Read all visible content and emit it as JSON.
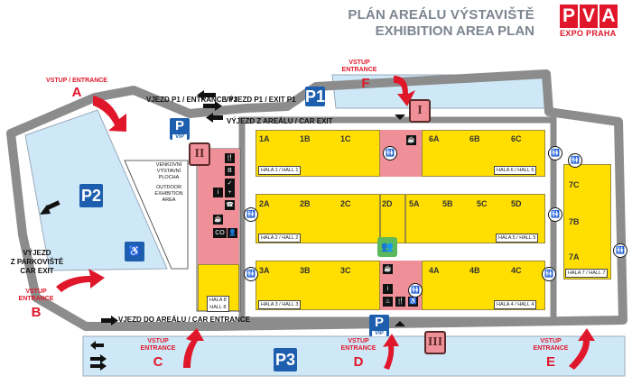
{
  "header": {
    "title_cs": "PLÁN AREÁLU VÝSTAVIŠTĚ",
    "title_en": "EXHIBITION AREA PLAN"
  },
  "logo": {
    "letters": [
      "P",
      "V",
      "A"
    ],
    "subtitle": "EXPO PRAHA"
  },
  "colors": {
    "hall": "#ffde00",
    "service": "#ef8f98",
    "parking_area": "#cfe8f7",
    "road": "#8c8c8c",
    "entrance": "#e0172a",
    "parking_sign": "#1d5fae"
  },
  "entrances": [
    {
      "id": "A",
      "label": "VSTUP / ENTRANCE",
      "letter": "A"
    },
    {
      "id": "B",
      "label_line1": "VSTUP",
      "label_line2": "ENTRANCE",
      "letter": "B"
    },
    {
      "id": "C",
      "label_line1": "VSTUP",
      "label_line2": "ENTRANCE",
      "letter": "C"
    },
    {
      "id": "D",
      "label_line1": "VSTUP",
      "label_line2": "ENTRANCE",
      "letter": "D"
    },
    {
      "id": "E",
      "label_line1": "VSTUP",
      "label_line2": "ENTRANCE",
      "letter": "E"
    },
    {
      "id": "F",
      "label_line1": "VSTUP",
      "label_line2": "ENTRANCE",
      "letter": "F"
    }
  ],
  "roads": {
    "p1_entry": "VJEZD P1 / ENTRANCE P1",
    "p1_exit": "VÝJEZD P1 / EXIT P1",
    "car_exit": "VÝJEZD Z AREÁLU / CAR EXIT",
    "car_entrance": "VJEZD DO AREÁLU / CAR ENTRANCE",
    "parking_exit_line1": "VÝJEZD",
    "parking_exit_line2": "Z PARKOVIŠTĚ",
    "parking_exit_line3": "CAR EXIT"
  },
  "parking": {
    "p1": "P1",
    "p2": "P2",
    "p3": "P3",
    "vip": "P",
    "vip_tag": "VIP"
  },
  "outdoor": {
    "line1": "VENKOVNÍ",
    "line2": "VÝSTAVNÍ",
    "line3": "PLOCHA",
    "line4": "OUTDOOR",
    "line5": "EXHIBITION",
    "line6": "AREA"
  },
  "service_points": [
    "I",
    "II",
    "III"
  ],
  "halls": {
    "row1": {
      "labels": [
        "1A",
        "1B",
        "1C",
        "6A",
        "6B",
        "6C"
      ],
      "hall1": "HALA 1 / HALL 1",
      "hall6": "HALA 6 / HALL 6"
    },
    "row2": {
      "labels": [
        "2A",
        "2B",
        "2C",
        "2D",
        "5A",
        "5B",
        "5C",
        "5D"
      ],
      "hall2": "HALA 2 / HALL 2",
      "hall5": "HALA 5 / HALL 5"
    },
    "row3": {
      "labels": [
        "3A",
        "3B",
        "3C",
        "4A",
        "4B",
        "4C"
      ],
      "hall3": "HALA 3 / HALL 3",
      "hall4": "HALA 4 / HALL 4"
    },
    "hall7": {
      "labels": [
        "7C",
        "7B",
        "7A"
      ],
      "name": "HALA 7 / HALL 7"
    },
    "hall8": {
      "line1": "HALA 8",
      "line2": "HALL 8"
    }
  }
}
